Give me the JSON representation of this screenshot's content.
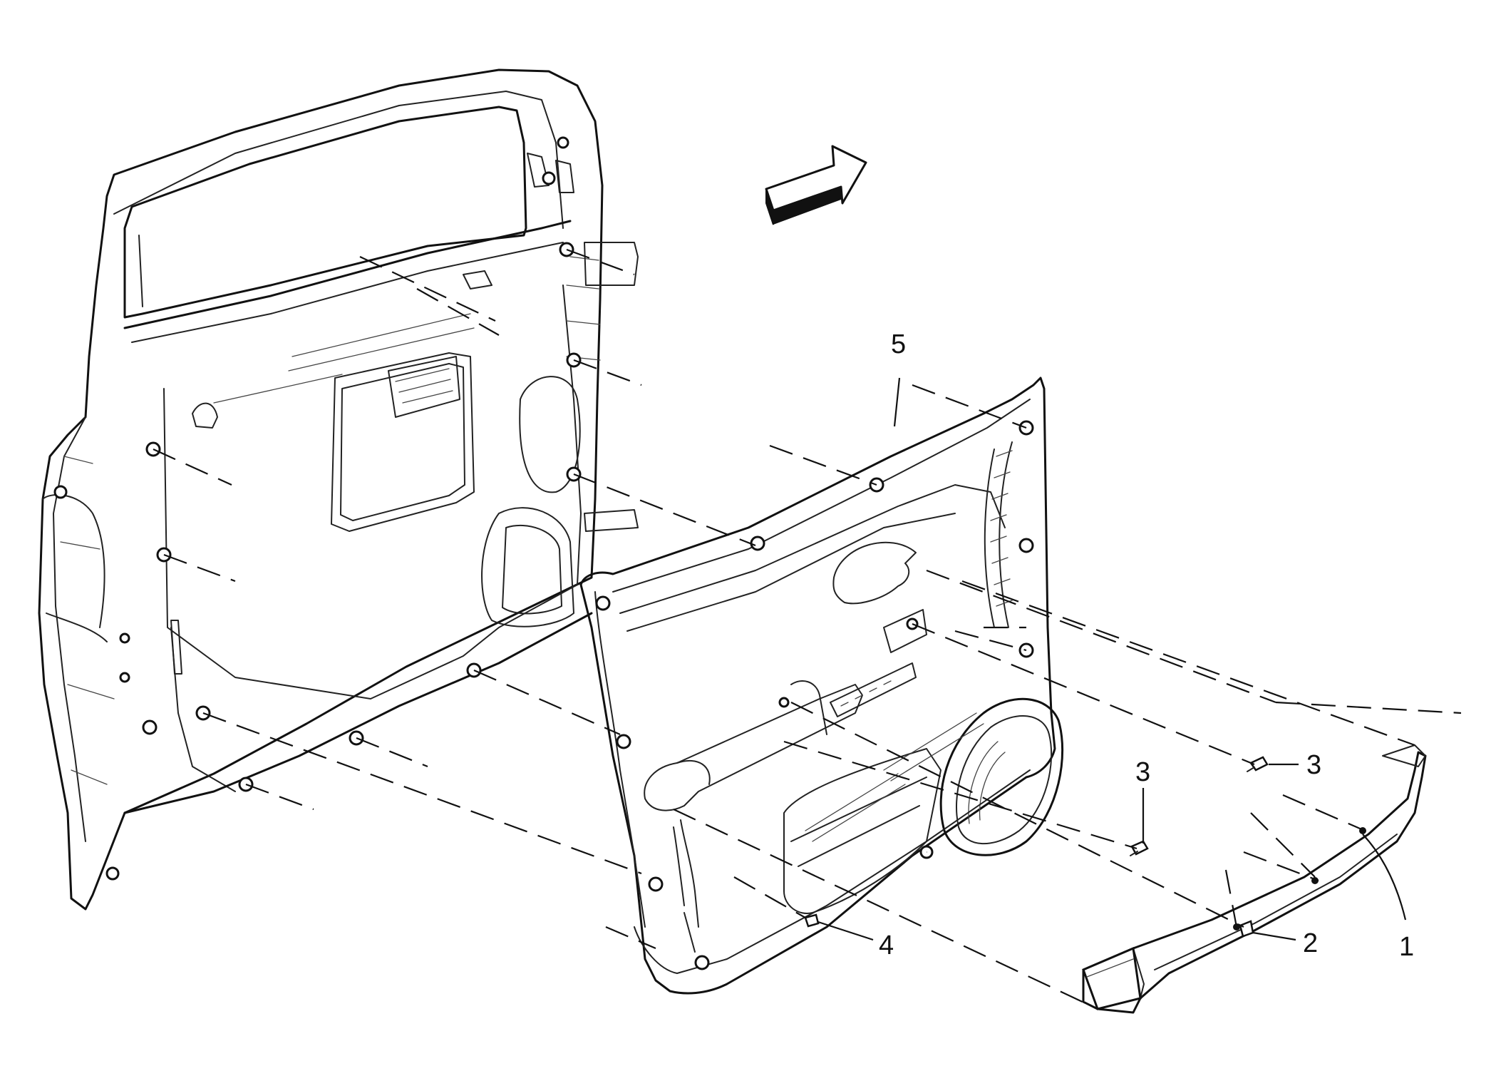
{
  "callouts": {
    "trim_molding": "1",
    "clip": "2",
    "screw_a": "3",
    "screw_b": "3",
    "fastener": "4",
    "door_trim_panel": "5"
  },
  "colors": {
    "line": "#111111",
    "background": "#ffffff"
  }
}
